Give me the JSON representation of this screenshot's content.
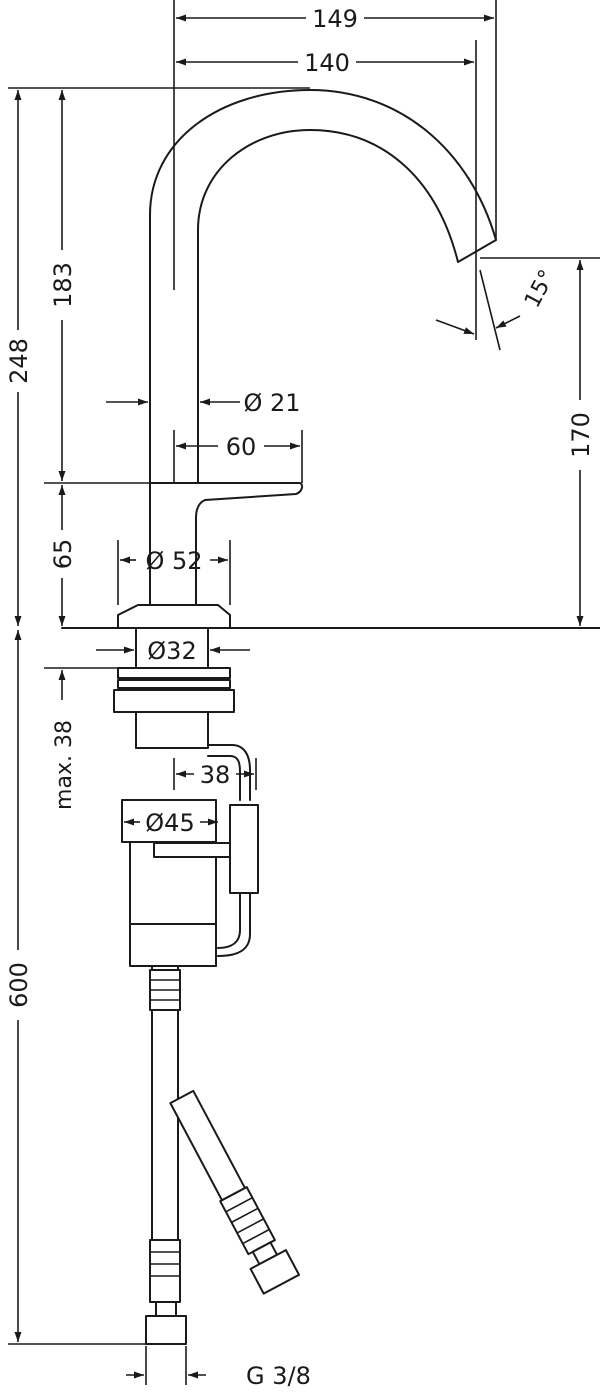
{
  "dimensions": {
    "width_overall": "149",
    "width_spout": "140",
    "angle": "15°",
    "height_total": "248",
    "height_spout": "183",
    "height_outlet": "170",
    "spout_diameter": "Ø 21",
    "lever_length": "60",
    "base_height": "65",
    "base_diameter": "Ø 52",
    "shank_diameter": "Ø32",
    "max_thickness": "max. 38",
    "drain_depth": "38",
    "nut_diameter": "Ø45",
    "hose_length": "600",
    "thread": "G 3/8"
  }
}
